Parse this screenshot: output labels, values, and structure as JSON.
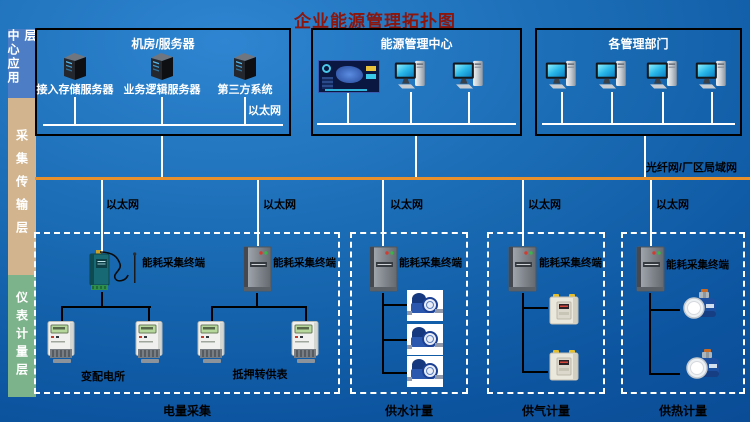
{
  "title": "企业能源管理拓扑图",
  "sidebar": {
    "layers": [
      {
        "label": "中心应用层",
        "color": "#4d7ec5"
      },
      {
        "label": "采集传输层",
        "color": "#d2b58e"
      },
      {
        "label": "仪表计量层",
        "color": "#7db38a"
      }
    ]
  },
  "server_room": {
    "title": "机房/服务器",
    "servers": [
      {
        "label": "接入存储服务器"
      },
      {
        "label": "业务逻辑服务器"
      },
      {
        "label": "第三方系统"
      }
    ],
    "network_label": "以太网"
  },
  "energy_center": {
    "title": "能源管理中心"
  },
  "departments": {
    "title": "各管理部门"
  },
  "backbone": {
    "label": "光纤网/厂区局域网",
    "color": "#e8912c"
  },
  "ethernet": {
    "labels": [
      "以太网",
      "以太网",
      "以太网",
      "以太网",
      "以太网"
    ]
  },
  "groups": {
    "electricity": {
      "caption": "电量采集",
      "terminal1_label": "能耗采集终端",
      "terminal2_label": "能耗采集终端",
      "substation_label": "变配电所",
      "transfer_label": "抵押转供表"
    },
    "water": {
      "caption": "供水计量",
      "terminal_label": "能耗采集终端"
    },
    "gas": {
      "caption": "供气计量",
      "terminal_label": "能耗采集终端"
    },
    "heat": {
      "caption": "供热计量",
      "terminal_label": "能耗采集终端"
    }
  }
}
